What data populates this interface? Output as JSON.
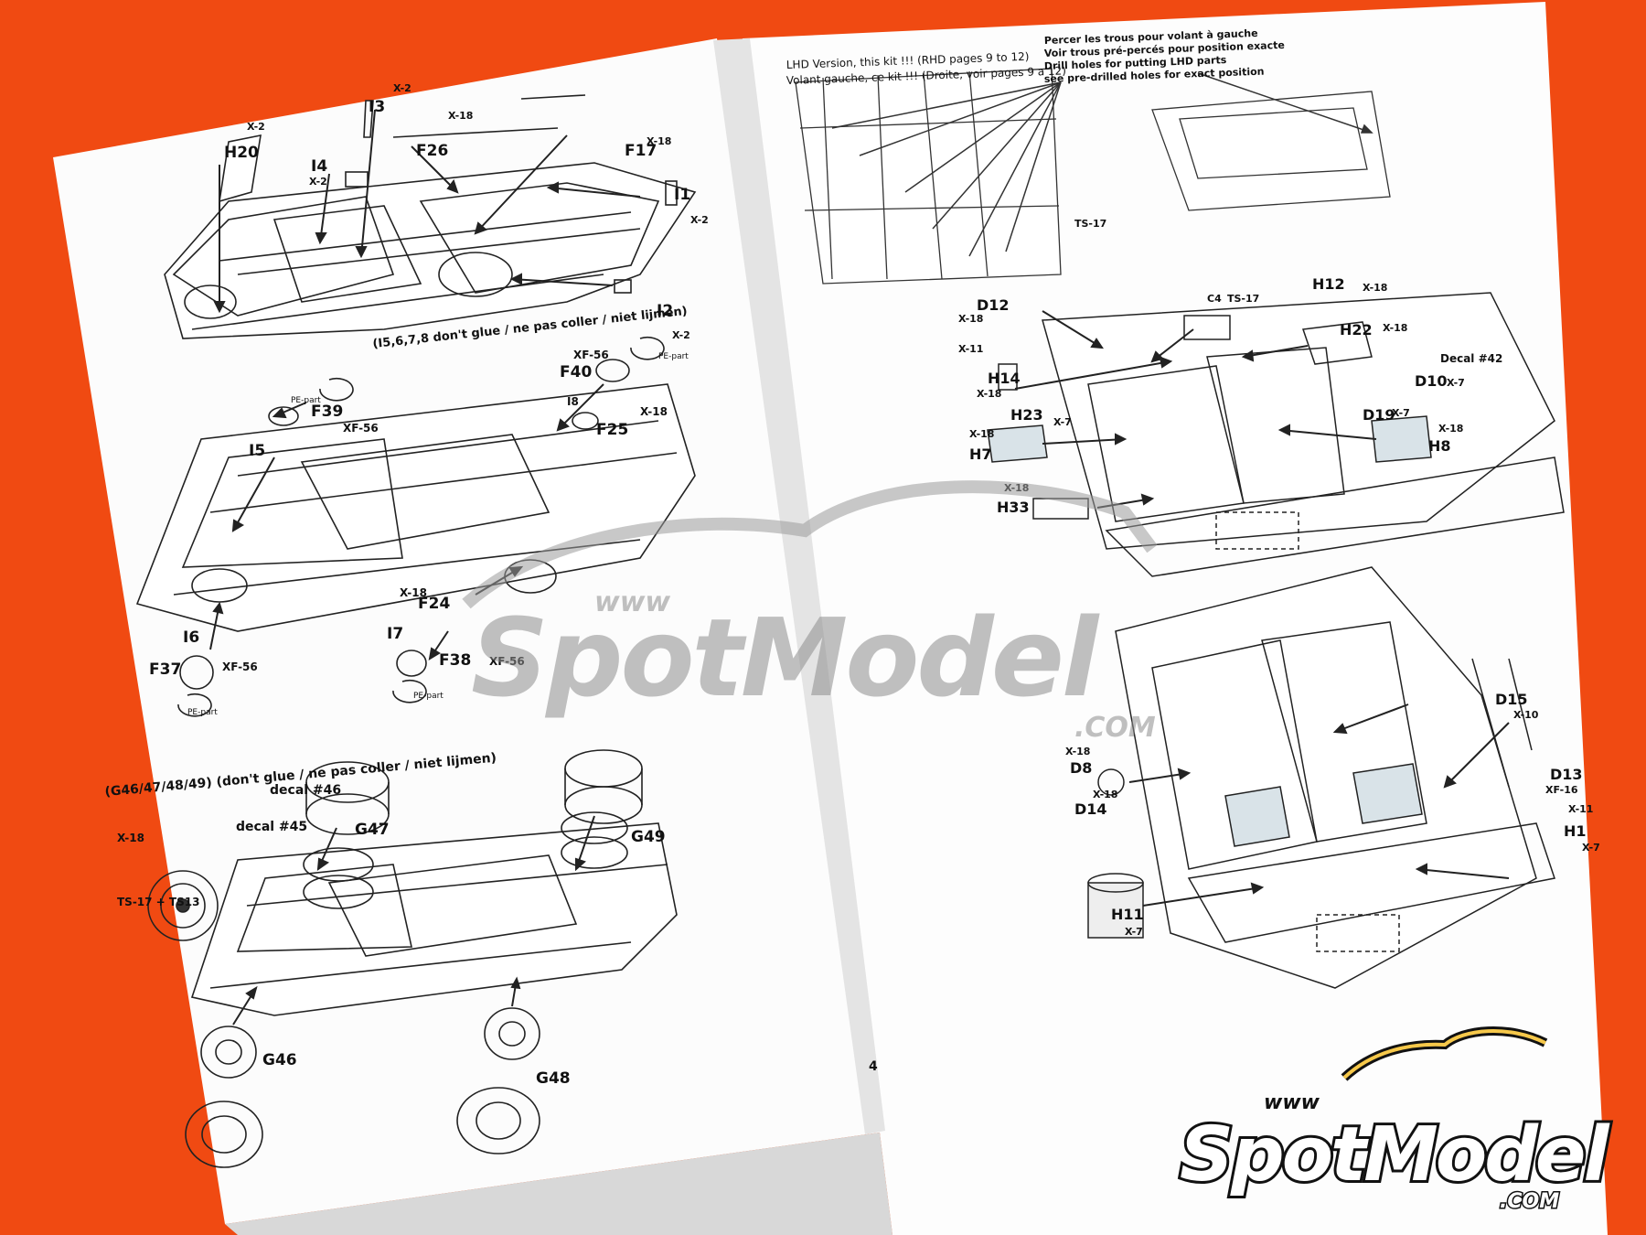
{
  "page_number": "4",
  "left_page": {
    "step1": {
      "labels": [
        "H20",
        "X-2",
        "I3",
        "X-2",
        "X-18",
        "F26",
        "X-18",
        "F17",
        "I4",
        "X-2",
        "I1",
        "X-2",
        "I2",
        "X-2"
      ]
    },
    "step2": {
      "note": "(I5,6,7,8 don't glue / ne pas coller / niet lijmen)",
      "labels": [
        "PE-part",
        "XF-56",
        "F40",
        "PE-part",
        "F39",
        "XF-56",
        "I8",
        "X-18",
        "F25",
        "I5",
        "X-18",
        "F24",
        "I6",
        "I7",
        "F37",
        "XF-56",
        "F38",
        "XF-56",
        "PE-part",
        "PE-part"
      ]
    },
    "step3": {
      "note": "(G46/47/48/49) (don't glue / ne pas coller / niet lijmen)",
      "labels": [
        "decal #46",
        "decal #45",
        "X-18",
        "TS-17 + TS13",
        "G47",
        "G49",
        "G46",
        "G48"
      ]
    }
  },
  "right_page": {
    "lhd_note": [
      "LHD Version, this kit !!! (RHD pages 9 to 12)",
      "Volant gauche, ce kit !!! (Droite, voir pages 9 a 12)"
    ],
    "drill_note": [
      "Percer les trous pour volant à gauche",
      "Voir trous pré-percés pour position exacte",
      "Drill holes for putting LHD parts",
      "see pre-drilled holes for exact position"
    ],
    "step4_labels": [
      "TS-17"
    ],
    "step5": {
      "labels": [
        "C4",
        "TS-17",
        "H12",
        "X-18",
        "D12",
        "X-18",
        "X-11",
        "H22",
        "X-18",
        "Decal #42",
        "H14",
        "X-18",
        "D10",
        "X-7",
        "H23",
        "X-7",
        "D19",
        "X-7",
        "X-18",
        "H7",
        "X-18",
        "H8",
        "X-18",
        "H33"
      ]
    },
    "step6": {
      "labels": [
        "D15",
        "X-10",
        "X-18",
        "D8",
        "D13",
        "XF-16",
        "X-18",
        "D14",
        "X-11",
        "H1",
        "X-7",
        "H11",
        "X-7"
      ]
    }
  },
  "watermark": {
    "www": "www",
    "brand": "SpotModel",
    "com": ".COM"
  },
  "logo": {
    "www": "www",
    "brand": "SpotModel",
    "com": ".COM"
  }
}
